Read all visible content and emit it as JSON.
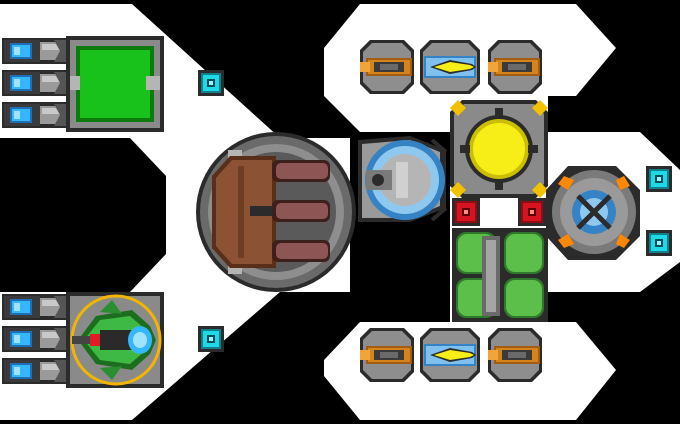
{
  "colors": {
    "background": "#000000",
    "hull": "#ffffff",
    "metal_dark": "#2b2b2b",
    "metal": "#7a7a7a",
    "metal_light": "#b5b5b5",
    "energy_blue": "#1ea9ff",
    "energy_cyan": "#1fd9e6",
    "shield_green": "#19c21b",
    "gun_orange": "#d7831b",
    "laser_yellow": "#f7ee17",
    "hatch_red": "#d5141f",
    "brown": "#8b5334",
    "pipe_green": "#4fa83c",
    "ring_orange": "#ff8800"
  },
  "modules": [
    {
      "name": "battery-cell",
      "icon": "battery-icon"
    },
    {
      "name": "shield-generator",
      "icon": "shield-icon"
    },
    {
      "name": "cockpit-fighter",
      "icon": "ship-icon"
    },
    {
      "name": "cyan-connector",
      "icon": "connector-icon"
    },
    {
      "name": "missile-pod",
      "icon": "missile-icon"
    },
    {
      "name": "reactor-yellow",
      "icon": "reactor-icon"
    },
    {
      "name": "cannon-turret",
      "icon": "turret-icon"
    },
    {
      "name": "laser-turret",
      "icon": "laser-icon"
    },
    {
      "name": "red-hatch",
      "icon": "hatch-icon"
    },
    {
      "name": "fuel-tanks",
      "icon": "tank-icon"
    },
    {
      "name": "engine-core",
      "icon": "engine-icon"
    },
    {
      "name": "sensor-dome",
      "icon": "dome-icon"
    }
  ]
}
